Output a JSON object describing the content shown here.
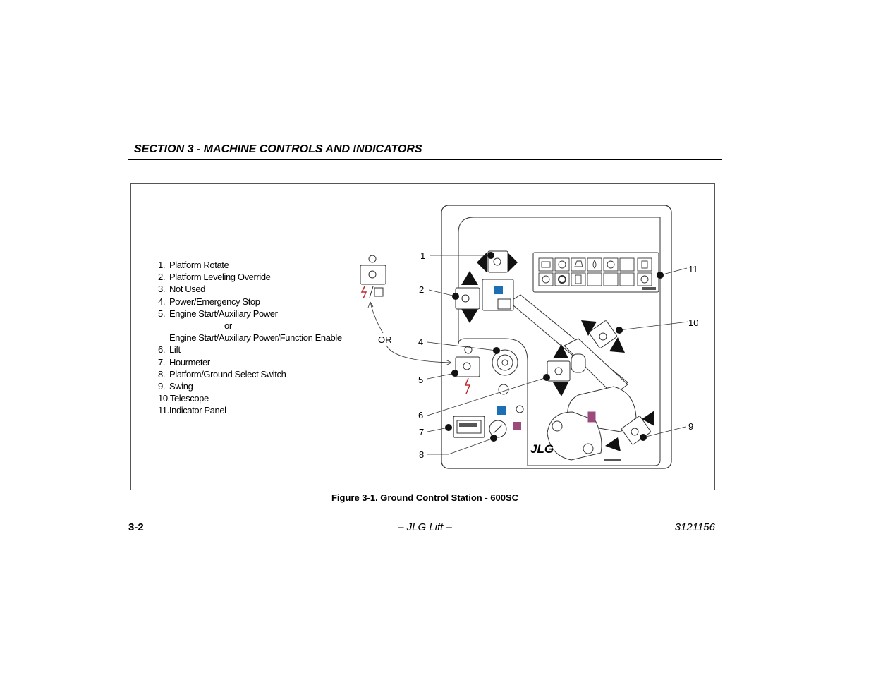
{
  "header": {
    "section_title": "SECTION 3 - MACHINE CONTROLS AND INDICATORS"
  },
  "legend": {
    "items": [
      {
        "num": "1.",
        "label": "Platform Rotate"
      },
      {
        "num": "2.",
        "label": "Platform Leveling Override"
      },
      {
        "num": "3.",
        "label": "Not Used"
      },
      {
        "num": "4.",
        "label": "Power/Emergency Stop"
      },
      {
        "num": "5.",
        "label": "Engine Start/Auxiliary Power"
      }
    ],
    "or_text": "or",
    "alt_label": "Engine Start/Auxiliary Power/Function Enable",
    "items_b": [
      {
        "num": "6.",
        "label": "Lift"
      },
      {
        "num": "7.",
        "label": "Hourmeter"
      },
      {
        "num": "8.",
        "label": "Platform/Ground Select Switch"
      },
      {
        "num": "9.",
        "label": "Swing"
      },
      {
        "num": "10.",
        "label": "Telescope"
      },
      {
        "num": "11.",
        "label": "Indicator Panel"
      }
    ]
  },
  "callouts": {
    "c1": "1",
    "c2": "2",
    "c4": "4",
    "c5": "5",
    "c6": "6",
    "c7": "7",
    "c8": "8",
    "c9": "9",
    "c10": "10",
    "c11": "11",
    "or_label": "OR"
  },
  "logo": "JLG",
  "figure": {
    "caption": "Figure 3-1. Ground Control Station - 600SC"
  },
  "footer": {
    "page": "3-2",
    "center": "– JLG Lift –",
    "doc_number": "3121156"
  },
  "colors": {
    "blue_indicator": "#1c6fb3",
    "magenta_indicator": "#9b4a7c",
    "red_symbol": "#c0282e"
  }
}
